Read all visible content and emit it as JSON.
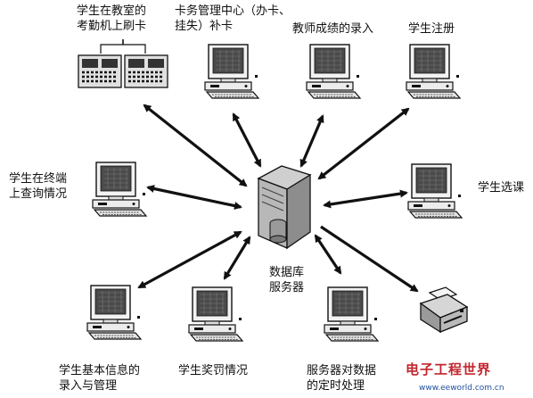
{
  "labels": {
    "card_swipe": [
      "学生在教室的",
      "考勤机上刷卡"
    ],
    "card_center": [
      "卡务管理中心（办卡、",
      "挂失）补卡"
    ],
    "teacher_grades": [
      "教师成绩的录入"
    ],
    "student_register": [
      "学生注册"
    ],
    "terminal_query": [
      "学生在终端",
      "上查询情况"
    ],
    "course_select": [
      "学生选课"
    ],
    "server": [
      "数据库",
      "服务器"
    ],
    "basic_info": [
      "学生基本信息的",
      "录入与管理"
    ],
    "rewards": [
      "学生奖罚情况"
    ],
    "timed_processing": [
      "服务器对数据",
      "的定时处理"
    ]
  },
  "watermark": {
    "brand": "电子工程世界",
    "url": "www.eeworld.com.cn"
  },
  "colors": {
    "line": "#111111",
    "screen": "#4a4a4a",
    "watermark_red": "#c2262e",
    "watermark_blue": "#1f4f9e"
  }
}
